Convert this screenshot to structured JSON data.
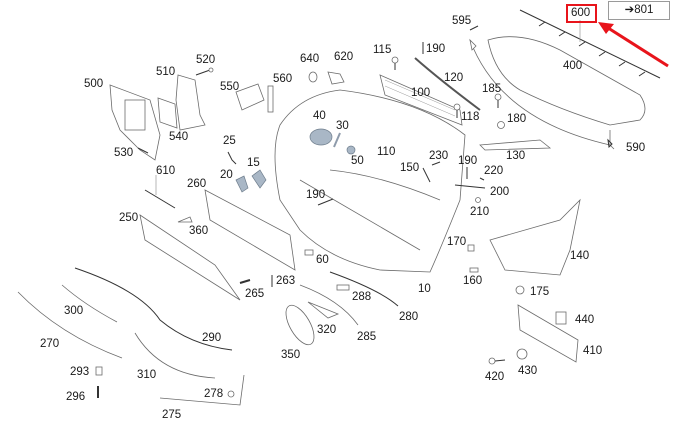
{
  "diagram": {
    "title": "Front bumper exploded parts diagram",
    "highlight_color": "#e8141b",
    "highlighted_part": "600",
    "reference_link": {
      "arrow": "➔",
      "label": "801"
    },
    "part_labels": [
      {
        "id": "500"
      },
      {
        "id": "510"
      },
      {
        "id": "520"
      },
      {
        "id": "530"
      },
      {
        "id": "540"
      },
      {
        "id": "550"
      },
      {
        "id": "560"
      },
      {
        "id": "640"
      },
      {
        "id": "620"
      },
      {
        "id": "115"
      },
      {
        "id": "595"
      },
      {
        "id": "190a",
        "text": "190"
      },
      {
        "id": "120"
      },
      {
        "id": "100"
      },
      {
        "id": "185"
      },
      {
        "id": "118"
      },
      {
        "id": "180"
      },
      {
        "id": "400"
      },
      {
        "id": "40"
      },
      {
        "id": "30"
      },
      {
        "id": "50"
      },
      {
        "id": "110"
      },
      {
        "id": "130"
      },
      {
        "id": "590"
      },
      {
        "id": "25"
      },
      {
        "id": "15"
      },
      {
        "id": "20"
      },
      {
        "id": "150"
      },
      {
        "id": "230"
      },
      {
        "id": "190b",
        "text": "190"
      },
      {
        "id": "220"
      },
      {
        "id": "200"
      },
      {
        "id": "210"
      },
      {
        "id": "610"
      },
      {
        "id": "260"
      },
      {
        "id": "190c",
        "text": "190"
      },
      {
        "id": "250"
      },
      {
        "id": "360"
      },
      {
        "id": "170"
      },
      {
        "id": "140"
      },
      {
        "id": "160"
      },
      {
        "id": "175"
      },
      {
        "id": "60"
      },
      {
        "id": "263"
      },
      {
        "id": "265"
      },
      {
        "id": "10"
      },
      {
        "id": "288"
      },
      {
        "id": "280"
      },
      {
        "id": "300"
      },
      {
        "id": "290"
      },
      {
        "id": "320"
      },
      {
        "id": "285"
      },
      {
        "id": "350"
      },
      {
        "id": "270"
      },
      {
        "id": "440"
      },
      {
        "id": "410"
      },
      {
        "id": "293"
      },
      {
        "id": "310"
      },
      {
        "id": "420"
      },
      {
        "id": "430"
      },
      {
        "id": "296"
      },
      {
        "id": "278"
      },
      {
        "id": "275"
      }
    ]
  },
  "labels": {
    "500": "500",
    "510": "510",
    "520": "520",
    "530": "530",
    "540": "540",
    "550": "550",
    "560": "560",
    "640": "640",
    "620": "620",
    "115": "115",
    "595": "595",
    "190a": "190",
    "120": "120",
    "100": "100",
    "185": "185",
    "118": "118",
    "180": "180",
    "400": "400",
    "40": "40",
    "30": "30",
    "50": "50",
    "110": "110",
    "130": "130",
    "590": "590",
    "25": "25",
    "15": "15",
    "20": "20",
    "150": "150",
    "230": "230",
    "190b": "190",
    "220": "220",
    "200": "200",
    "210": "210",
    "610": "610",
    "260": "260",
    "190c": "190",
    "250": "250",
    "360": "360",
    "170": "170",
    "140": "140",
    "160": "160",
    "175": "175",
    "60": "60",
    "263": "263",
    "265": "265",
    "10": "10",
    "288": "288",
    "280": "280",
    "300": "300",
    "290": "290",
    "320": "320",
    "285": "285",
    "350": "350",
    "270": "270",
    "440": "440",
    "410": "410",
    "293": "293",
    "310": "310",
    "420": "420",
    "430": "430",
    "296": "296",
    "278": "278",
    "275": "275",
    "600": "600"
  }
}
